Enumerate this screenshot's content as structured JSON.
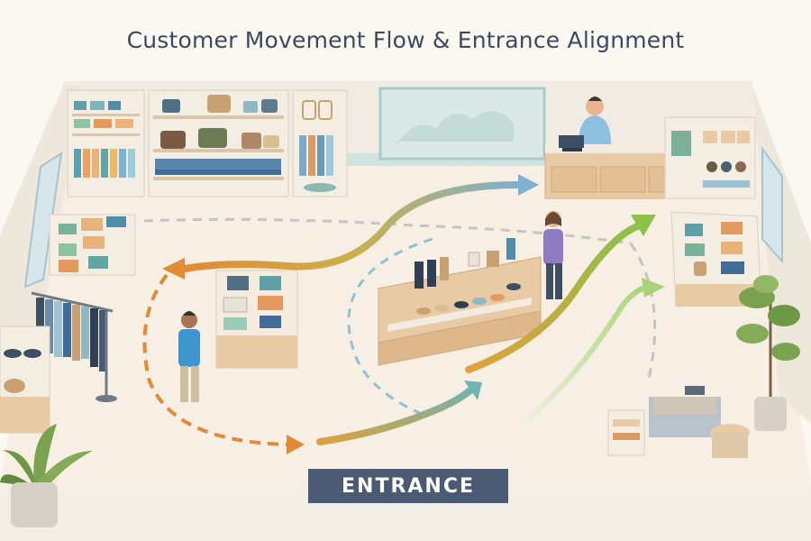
{
  "diagram": {
    "title": "Customer Movement Flow & Entrance Alignment",
    "entrance_label": "ENTRANCE"
  },
  "colors": {
    "flow_orange": "#e38a36",
    "flow_green": "#8bc24a",
    "flow_blue": "#7fb0cf",
    "entrance_bg": "#4a5a73",
    "title_text": "#3b4a60",
    "wood": "#e8cba5"
  },
  "icons": {
    "shopper": "person-figure",
    "staff": "staff-at-counter",
    "plant": "potted-plant",
    "register": "cash-register-monitor"
  }
}
